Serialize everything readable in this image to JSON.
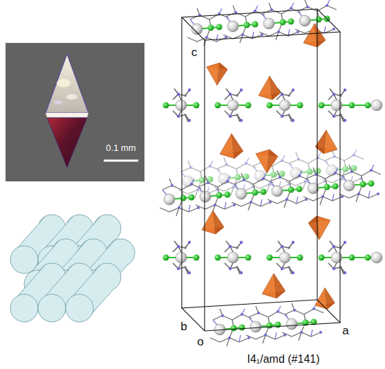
{
  "diagram": {
    "labels": [
      "0.1 mm",
      "c",
      "b",
      "o",
      "a",
      "I4₁/amd (#141)"
    ]
  }
}
